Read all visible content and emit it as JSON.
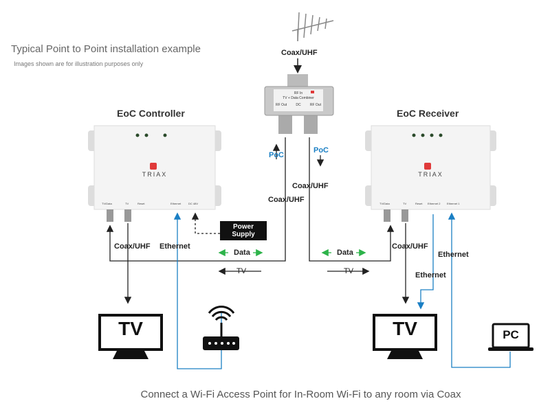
{
  "title": "Typical Point to Point installation example",
  "subtitle": "Images shown are for illustration purposes only",
  "caption": "Connect a Wi-Fi Access Point for In-Room Wi-Fi to any room via Coax",
  "antenna_label": "Coax/UHF",
  "combiner": {
    "line1": "RF In",
    "line2": "TV + Data Combiner",
    "out_left": "RF Out",
    "dc": "DC",
    "out_right": "RF Out"
  },
  "controller": {
    "title": "EoC Controller",
    "brand": "TRIAX",
    "ports": [
      "TV/Data",
      "TV",
      "Reset",
      "Ethernet",
      "DC 48V"
    ]
  },
  "receiver": {
    "title": "EoC Receiver",
    "brand": "TRIAX",
    "ports": [
      "TV/Data",
      "TV",
      "Reset",
      "Ethernet 2",
      "Ethernet 1"
    ]
  },
  "labels": {
    "poc_left": "PoC",
    "poc_right": "PoC",
    "coax_uhf_mid_right": "Coax/UHF",
    "coax_uhf_mid_left": "Coax/UHF",
    "power_supply_1": "Power",
    "power_supply_2": "Supply",
    "coax_uhf_left": "Coax/UHF",
    "ethernet_left": "Ethernet",
    "data_left": "Data",
    "tv_left": "TV",
    "data_right": "Data",
    "tv_right": "TV",
    "coax_uhf_right": "Coax/UHF",
    "ethernet_right_1": "Ethernet",
    "ethernet_right_2": "Ethernet"
  },
  "tv_left_screen": "TV",
  "tv_right_screen": "TV",
  "pc_screen": "PC",
  "colors": {
    "blue": "#1a7fc4",
    "green": "#2db34a",
    "brand_red": "#e03a3a"
  }
}
